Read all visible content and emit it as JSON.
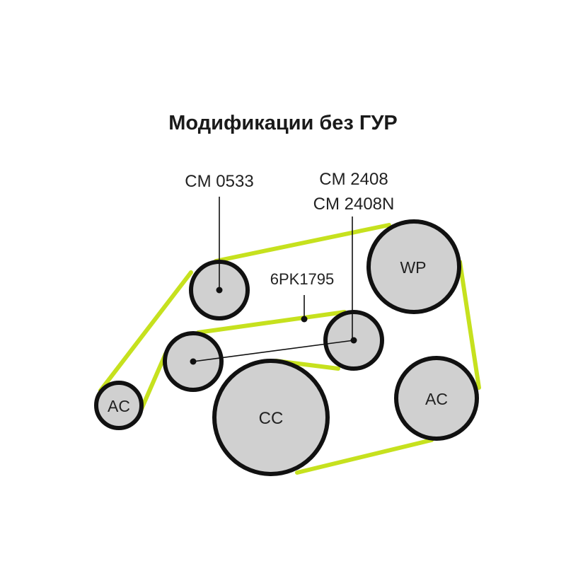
{
  "title": "Модификации без ГУР",
  "belt": {
    "label": "6PK1795",
    "color": "#c6e11e"
  },
  "callouts": {
    "idler_top": "CM 0533",
    "tensioner_line1": "CM 2408",
    "tensioner_line2": "CM 2408N"
  },
  "pulleys": {
    "wp": "WP",
    "ac_left": "AC",
    "ac_right": "AC",
    "cc": "CC"
  },
  "colors": {
    "pulley_fill": "#d0d0d0",
    "outline": "#111111"
  }
}
